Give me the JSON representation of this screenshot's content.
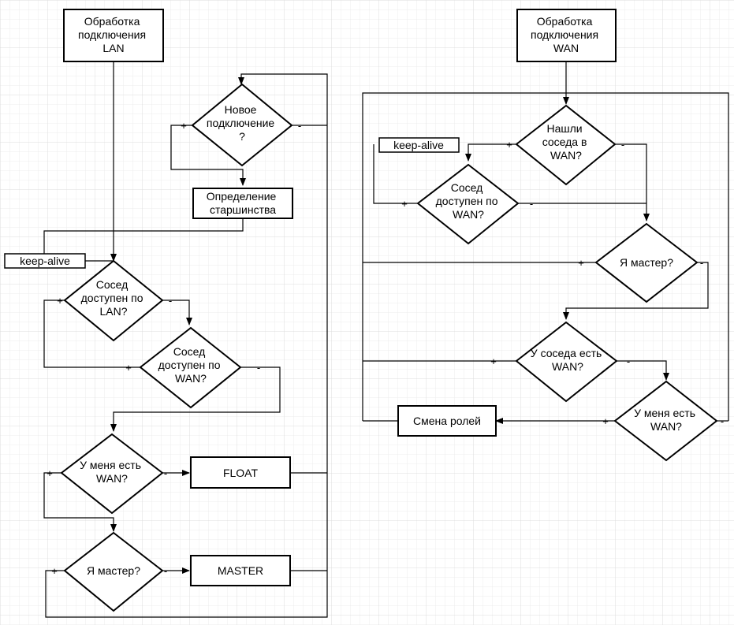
{
  "diagram": {
    "left": {
      "start": [
        "Обработка",
        "подключения",
        "LAN"
      ],
      "new_conn": [
        "Новое",
        "подключение",
        "?"
      ],
      "seniority": [
        "Определение",
        "старшинства"
      ],
      "keepalive": "keep-alive",
      "nb_lan": [
        "Сосед",
        "доступен по",
        "LAN?"
      ],
      "nb_wan": [
        "Сосед",
        "доступен по",
        "WAN?"
      ],
      "have_wan": [
        "У меня есть",
        "WAN?"
      ],
      "float": "FLOAT",
      "am_master": "Я мастер?",
      "master": "MASTER"
    },
    "right": {
      "start": [
        "Обработка",
        "подключения",
        "WAN"
      ],
      "found_nb": [
        "Нашли",
        "соседа в",
        "WAN?"
      ],
      "keepalive": "keep-alive",
      "nb_wan": [
        "Сосед",
        "доступен по",
        "WAN?"
      ],
      "am_master": "Я мастер?",
      "nb_has_wan": [
        "У соседа есть",
        "WAN?"
      ],
      "i_have_wan": [
        "У меня есть",
        "WAN?"
      ],
      "role_change": "Смена ролей"
    },
    "labels": {
      "yes": "+",
      "no": "-"
    }
  }
}
